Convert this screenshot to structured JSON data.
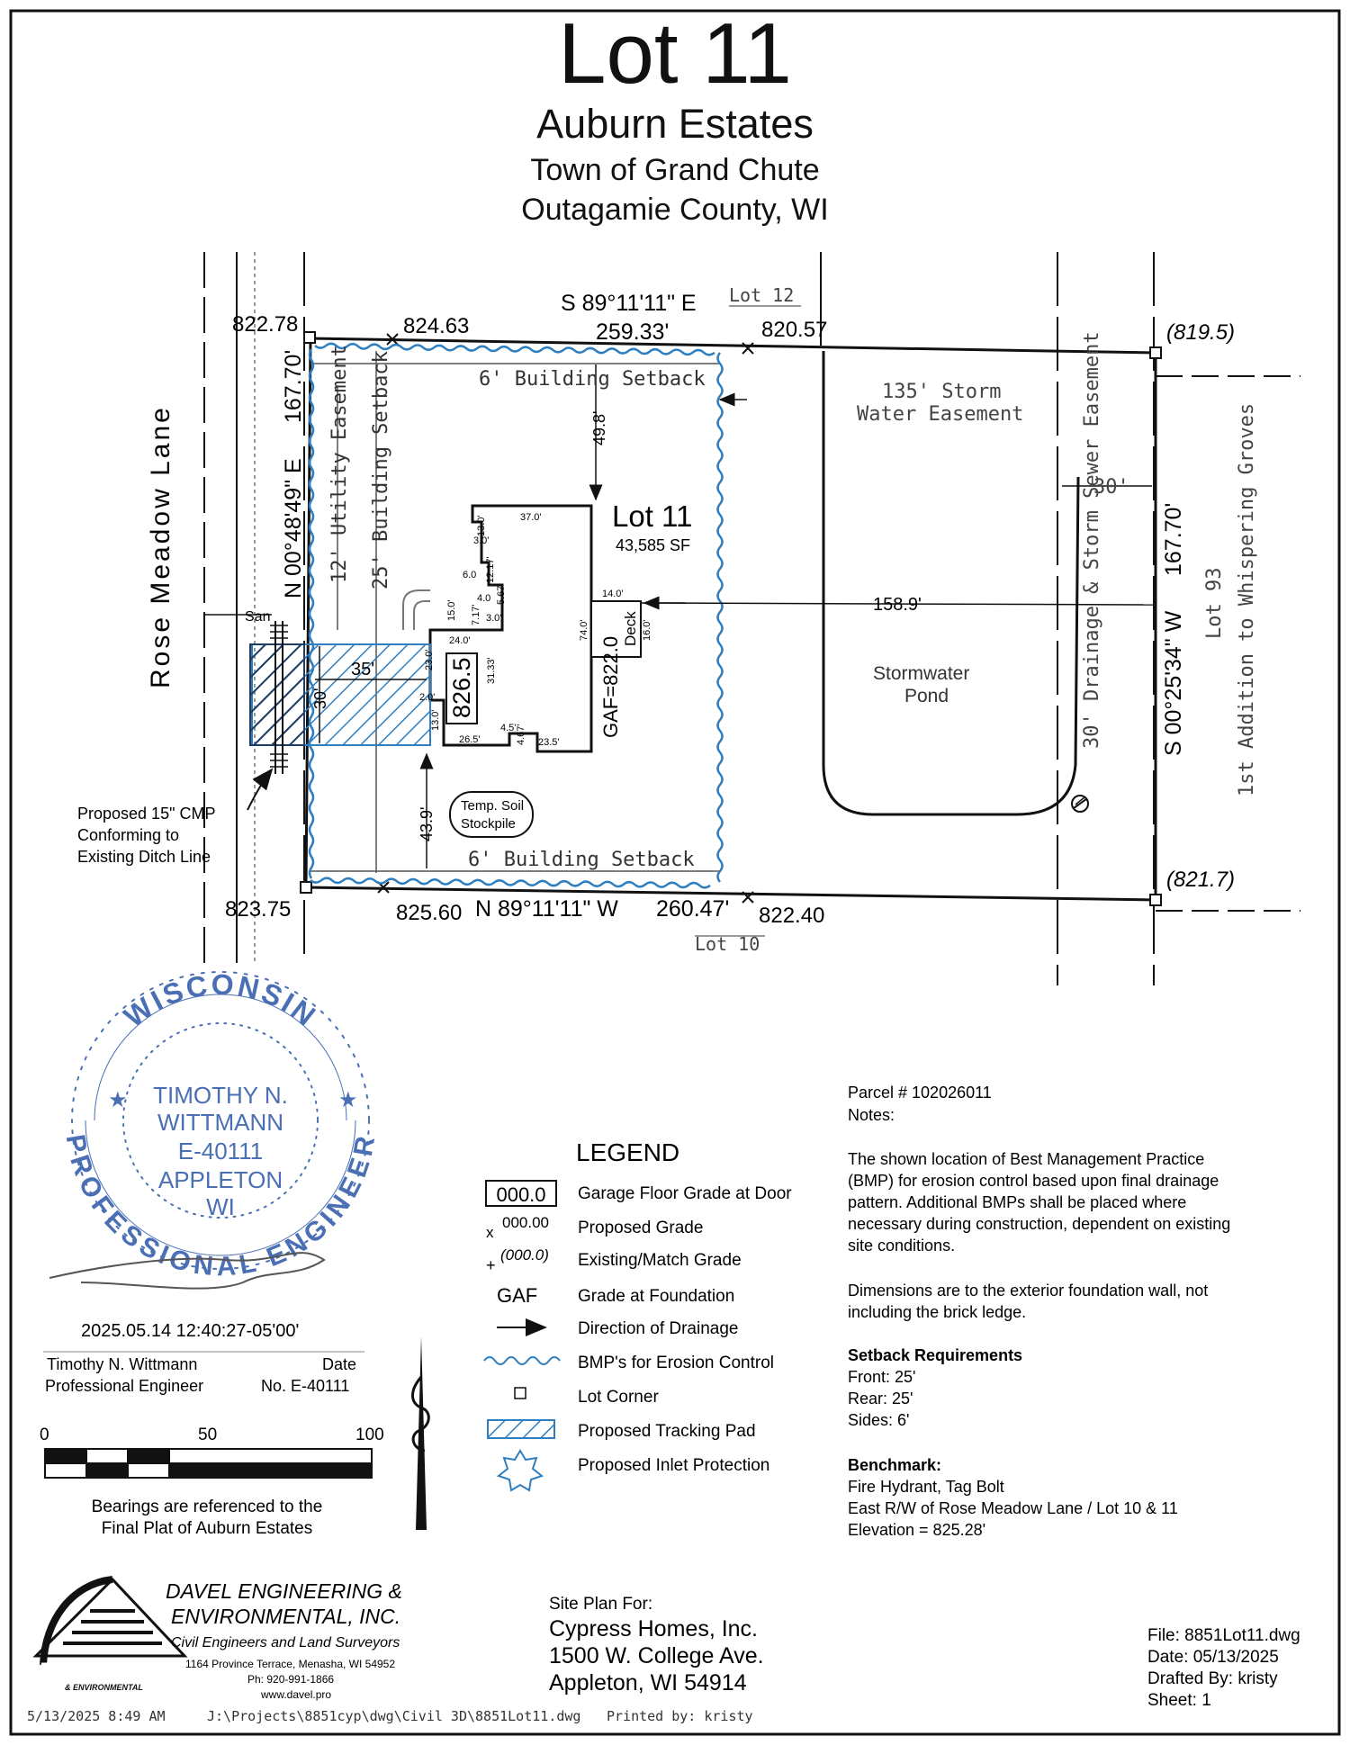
{
  "title": {
    "lot": "Lot 11",
    "subdivision": "Auburn Estates",
    "town": "Town of Grand Chute",
    "county": "Outagamie County, WI"
  },
  "plan": {
    "road": "Rose Meadow Lane",
    "lot12": "Lot 12",
    "lot10": "Lot 10",
    "lot93": "Lot 93",
    "addition": "1st Addition to Whispering Groves",
    "north_bearing": "S 89°11'11\" E",
    "north_distance": "259.33'",
    "south_bearing": "N 89°11'11\" W",
    "south_distance": "260.47'",
    "west_bearing": "N 00°48'49\" E",
    "west_distance": "167.70'",
    "east_bearing": "S 00°25'34\" W",
    "east_distance": "167.70'",
    "grade_nw": "822.78",
    "grade_n1": "824.63",
    "grade_n2": "820.57",
    "grade_ne": "(819.5)",
    "grade_sw": "823.75",
    "grade_s1": "825.60",
    "grade_s2": "822.40",
    "grade_se": "(821.7)",
    "setback_north": "6' Building Setback",
    "setback_south": "6' Building Setback",
    "setback_front": "25' Building Setback",
    "utility_easement": "12' Utility Easement",
    "storm_easement_1": "135' Storm",
    "storm_easement_2": "Water Easement",
    "drainage_easement": "30' Drainage & Storm Sewer Easement",
    "dim_30_east": "30'",
    "lot_label": "Lot 11",
    "lot_area": "43,585 SF",
    "pond_1": "Stormwater",
    "pond_2": "Pond",
    "dim_49_8": "49.8'",
    "dim_43_9": "43.9'",
    "dim_158_9": "158.9'",
    "dim_35": "35'",
    "dim_30_drive": "30'",
    "gaf": "GAF=822.0",
    "garage_grade": "826.5",
    "deck": "Deck",
    "san": "San",
    "stockpile_1": "Temp. Soil",
    "stockpile_2": "Stockpile",
    "cmp_1": "Proposed 15\" CMP",
    "cmp_2": "Conforming to",
    "cmp_3": "Existing Ditch Line",
    "house_dims": {
      "d37": "37.0'",
      "d13a": "13.0'",
      "d3a": "3.0'",
      "d6": "6.0",
      "d12": "12.17'",
      "d4": "4.0",
      "d567": "5.67'",
      "d15": "15.0'",
      "d717": "7.17'",
      "d3b": "3.0'",
      "d14": "14.0'",
      "d16": "16.0'",
      "d74": "74.0'",
      "d24": "24.0'",
      "d23": "23.0'",
      "d3133": "31.33'",
      "d2": "2.0'",
      "d13b": "13.0'",
      "d265": "26.5'",
      "d45": "4.5'",
      "d467": "4.67'",
      "d235": "23.5'"
    }
  },
  "seal": {
    "top": "WISCONSIN",
    "bottom": "PROFESSIONAL ENGINEER",
    "name_1": "TIMOTHY N.",
    "name_2": "WITTMANN",
    "license": "E-40111",
    "city": "APPLETON",
    "state": "WI"
  },
  "signature": {
    "timestamp": "2025.05.14 12:40:27-05'00'",
    "name": "Timothy N. Wittmann",
    "title": "Professional Engineer",
    "date_label": "Date",
    "number": "No. E-40111"
  },
  "scale": {
    "t0": "0",
    "t50": "50",
    "t100": "100",
    "bearings_1": "Bearings are referenced to the",
    "bearings_2": "Final Plat of Auburn Estates"
  },
  "legend": {
    "heading": "LEGEND",
    "garage_sym": "000.0",
    "garage": "Garage Floor Grade at Door",
    "proposed_sym": "000.00",
    "proposed": "Proposed Grade",
    "existing_sym": "(000.0)",
    "existing": "Existing/Match Grade",
    "gaf_sym": "GAF",
    "gaf": "Grade at Foundation",
    "drainage": "Direction of Drainage",
    "bmp": "BMP's for Erosion Control",
    "corner": "Lot Corner",
    "pad": "Proposed Tracking Pad",
    "inlet": "Proposed Inlet Protection"
  },
  "notes": {
    "parcel": "Parcel # 102026011",
    "notes_label": "Notes:",
    "p1_l1": "The shown location of Best Management Practice",
    "p1_l2": "(BMP) for erosion control based upon final drainage",
    "p1_l3": "pattern.  Additional BMPs shall be placed where",
    "p1_l4": "necessary during construction, dependent on existing",
    "p1_l5": "site conditions.",
    "p2_l1": "Dimensions are to the exterior foundation wall, not",
    "p2_l2": "including the brick ledge.",
    "setback_head": "Setback Requirements",
    "front": "Front: 25'",
    "rear": "Rear: 25'",
    "sides": "Sides: 6'",
    "bench_head": "Benchmark:",
    "bench_1": "Fire Hydrant, Tag Bolt",
    "bench_2": "East R/W of Rose Meadow Lane / Lot 10 & 11",
    "bench_3": "Elevation = 825.28'"
  },
  "company": {
    "logo": "DAVEL",
    "logo_sub": "& ENVIRONMENTAL",
    "name_1": "DAVEL ENGINEERING &",
    "name_2": "ENVIRONMENTAL, INC.",
    "tag": "Civil Engineers and Land Surveyors",
    "address": "1164 Province Terrace,  Menasha, WI  54952",
    "phone": "Ph:  920-991-1866",
    "web": "www.davel.pro"
  },
  "client": {
    "label": "Site Plan For:",
    "name": "Cypress Homes, Inc.",
    "street": "1500 W. College Ave.",
    "city": "Appleton, WI 54914"
  },
  "fileinfo": {
    "file": "File: 8851Lot11.dwg",
    "date": "Date: 05/13/2025",
    "drafted": "Drafted By: kristy",
    "sheet": "Sheet: 1"
  },
  "footer": {
    "date": "5/13/2025  8:49  AM",
    "path": "J:\\Projects\\8851cyp\\dwg\\Civil 3D\\8851Lot11.dwg",
    "printed": "Printed  by:  kristy"
  },
  "colors": {
    "line": "#111111",
    "bmp": "#2f7fc0",
    "pad": "#2f7fc0",
    "seal": "#4a6fb5",
    "easement": "#555555"
  }
}
